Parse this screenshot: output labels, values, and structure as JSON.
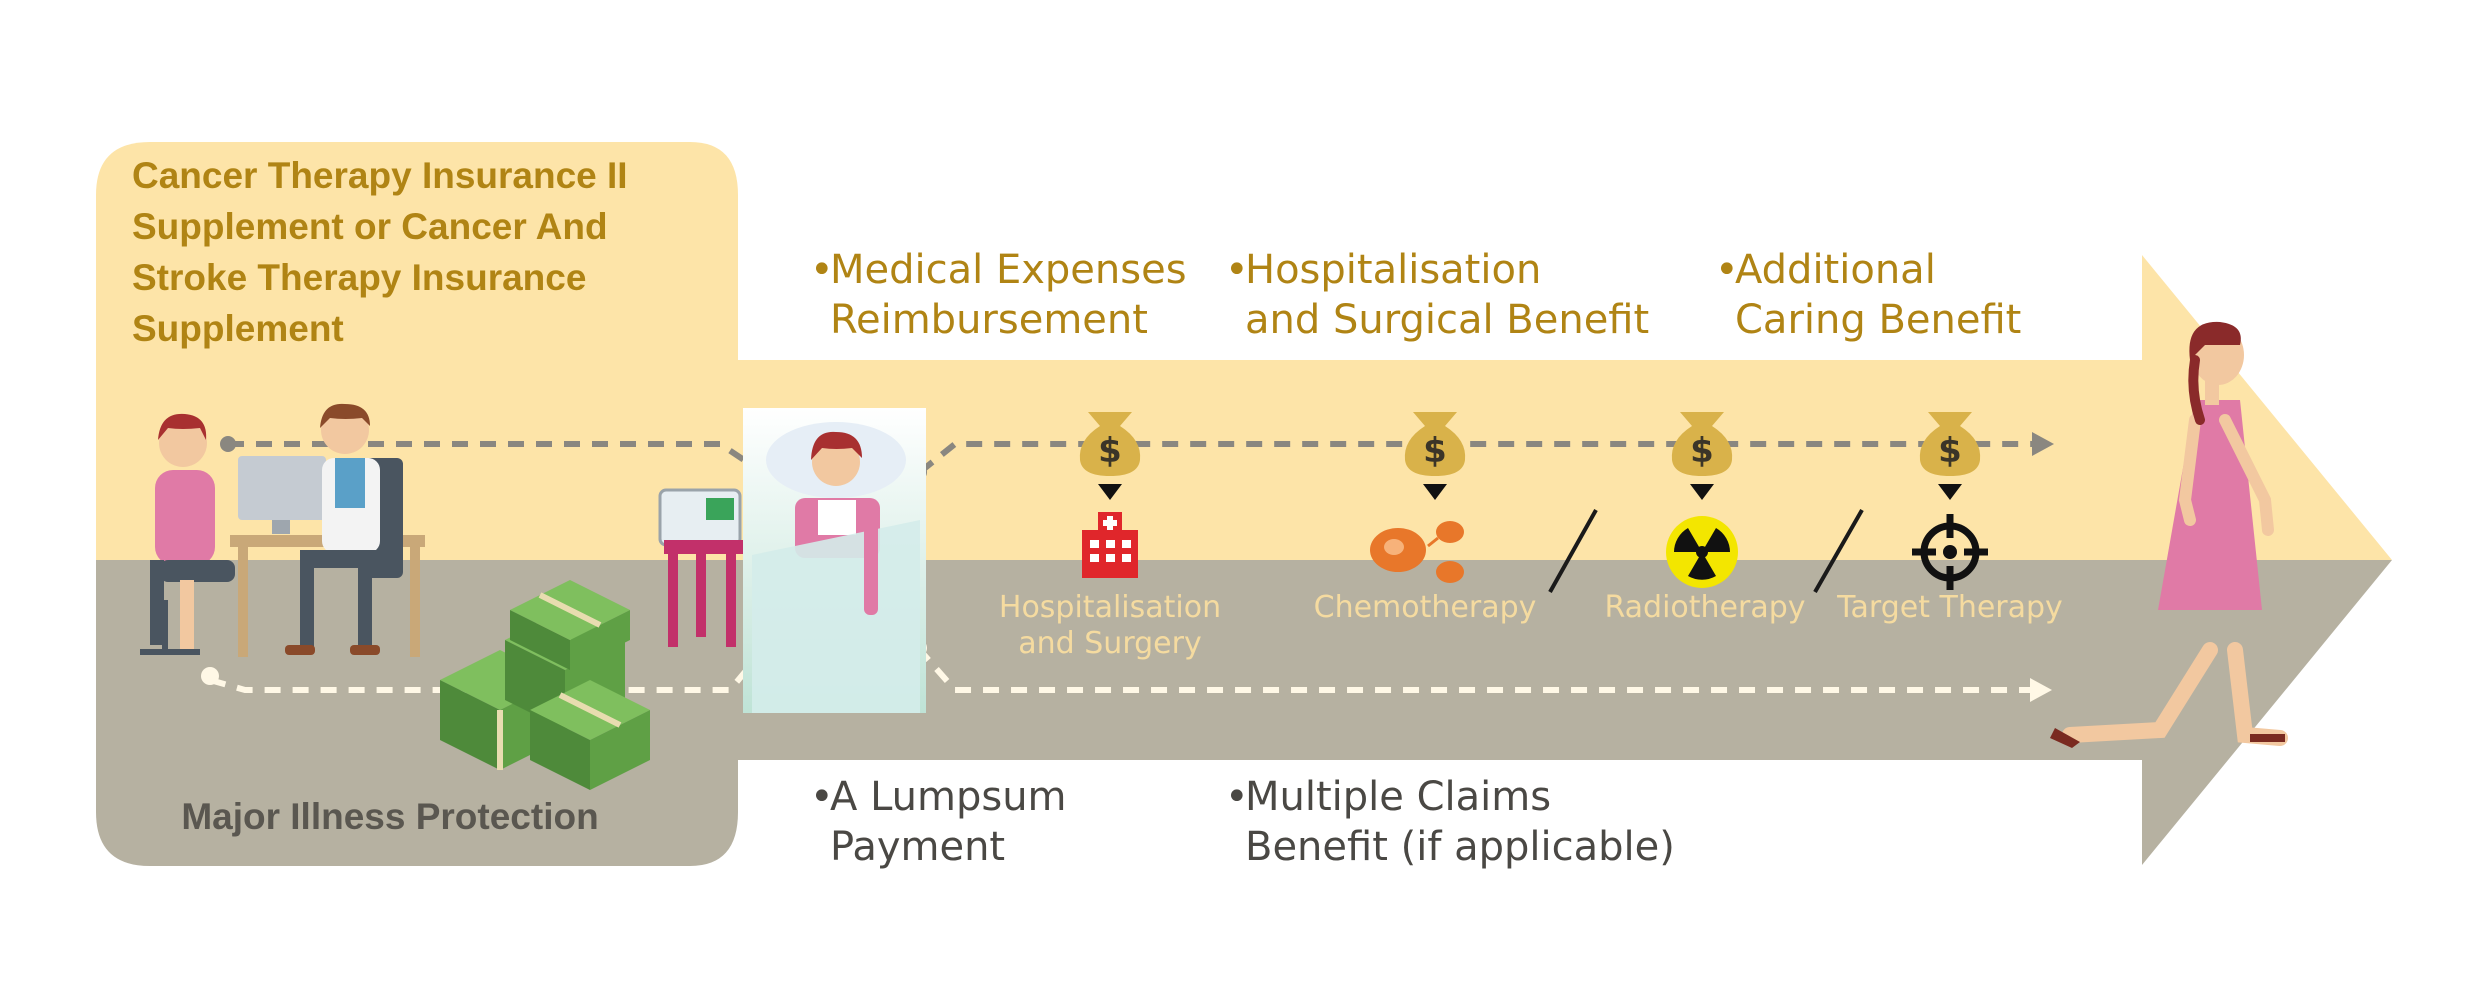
{
  "top_section": {
    "title_lines": [
      "Cancer Therapy Insurance II",
      "Supplement or Cancer And",
      "Stroke Therapy Insurance",
      "Supplement"
    ],
    "benefits": [
      {
        "lines": [
          "Medical Expenses",
          "Reimbursement"
        ]
      },
      {
        "lines": [
          "Hospitalisation",
          "and Surgical Benefit"
        ]
      },
      {
        "lines": [
          "Additional",
          "Caring Benefit"
        ]
      }
    ]
  },
  "treatments": [
    {
      "label_lines": [
        "Hospitalisation",
        "and Surgery"
      ],
      "icon": "hospital-icon"
    },
    {
      "label_lines": [
        "Chemotherapy"
      ],
      "icon": "chemotherapy-cells-icon"
    },
    {
      "label_lines": [
        "Radiotherapy"
      ],
      "icon": "radiation-icon"
    },
    {
      "label_lines": [
        "Target Therapy"
      ],
      "icon": "target-crosshair-icon"
    }
  ],
  "bottom_section": {
    "title": "Major Illness Protection",
    "benefits": [
      {
        "lines": [
          "A Lumpsum",
          "Payment"
        ]
      },
      {
        "lines": [
          "Multiple Claims",
          "Benefit (if applicable)"
        ]
      }
    ]
  },
  "colors": {
    "top_band": "#fde4a8",
    "bottom_band": "#b6b1a1",
    "accent_text": "#b08414",
    "dark_text": "#4a4844",
    "hospital_red": "#e0262b",
    "chemo_orange": "#e8772a",
    "radiation_yellow": "#f3e600",
    "money_green": "#4e8a3a"
  }
}
